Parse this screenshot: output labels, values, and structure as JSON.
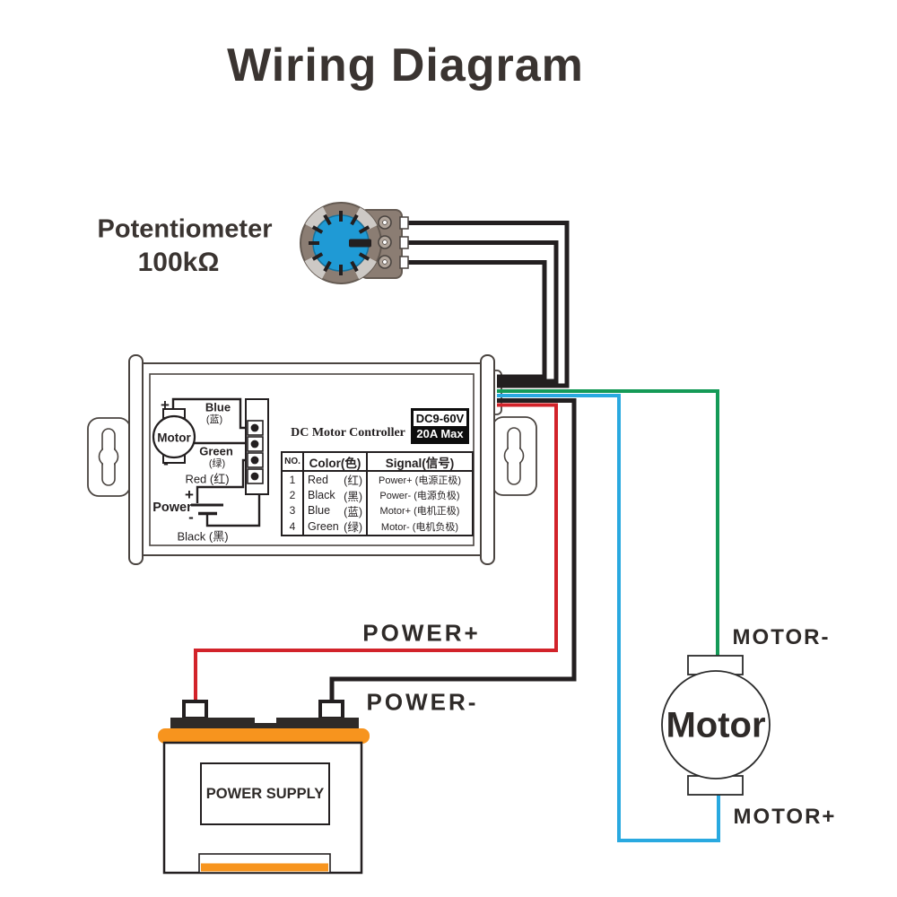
{
  "title": "Wiring Diagram",
  "potentiometer": {
    "label_line1": "Potentiometer",
    "label_line2": "100kΩ"
  },
  "controller": {
    "name": "DC Motor Controller",
    "badge_voltage": "DC9-60V",
    "badge_current": "20A Max",
    "inner_diagram": {
      "motor_label": "Motor",
      "motor_plus": "+",
      "motor_minus": "-",
      "wire_blue_en": "Blue",
      "wire_blue_cn": "(蓝)",
      "wire_green_en": "Green",
      "wire_green_cn": "(绿)",
      "wire_red": "Red (红)",
      "power_label": "Power",
      "power_plus": "+",
      "power_minus": "-",
      "wire_black": "Black (黑)"
    },
    "table": {
      "headers": {
        "no": "NO.",
        "color": "Color(色)",
        "signal": "Signal(信号)"
      },
      "rows": [
        {
          "no": "1",
          "color_en": "Red",
          "color_cn": "(红)",
          "signal": "Power+ (电源正极)"
        },
        {
          "no": "2",
          "color_en": "Black",
          "color_cn": "(黑)",
          "signal": "Power- (电源负极)"
        },
        {
          "no": "3",
          "color_en": "Blue",
          "color_cn": "(蓝)",
          "signal": "Motor+ (电机正极)"
        },
        {
          "no": "4",
          "color_en": "Green",
          "color_cn": "(绿)",
          "signal": "Motor- (电机负极)"
        }
      ]
    }
  },
  "wiring_labels": {
    "power_plus": "POWER+",
    "power_minus": "POWER-",
    "motor_minus": "MOTOR-",
    "motor_plus": "MOTOR+"
  },
  "power_supply": {
    "label": "POWER SUPPLY"
  },
  "motor": {
    "label": "Motor"
  },
  "colors": {
    "wire_red": "#d2232a",
    "wire_black": "#231f20",
    "wire_green": "#149a57",
    "wire_cyan": "#29a9e0",
    "knob_blue": "#1f9ad5",
    "battery_orange": "#f7941e"
  }
}
